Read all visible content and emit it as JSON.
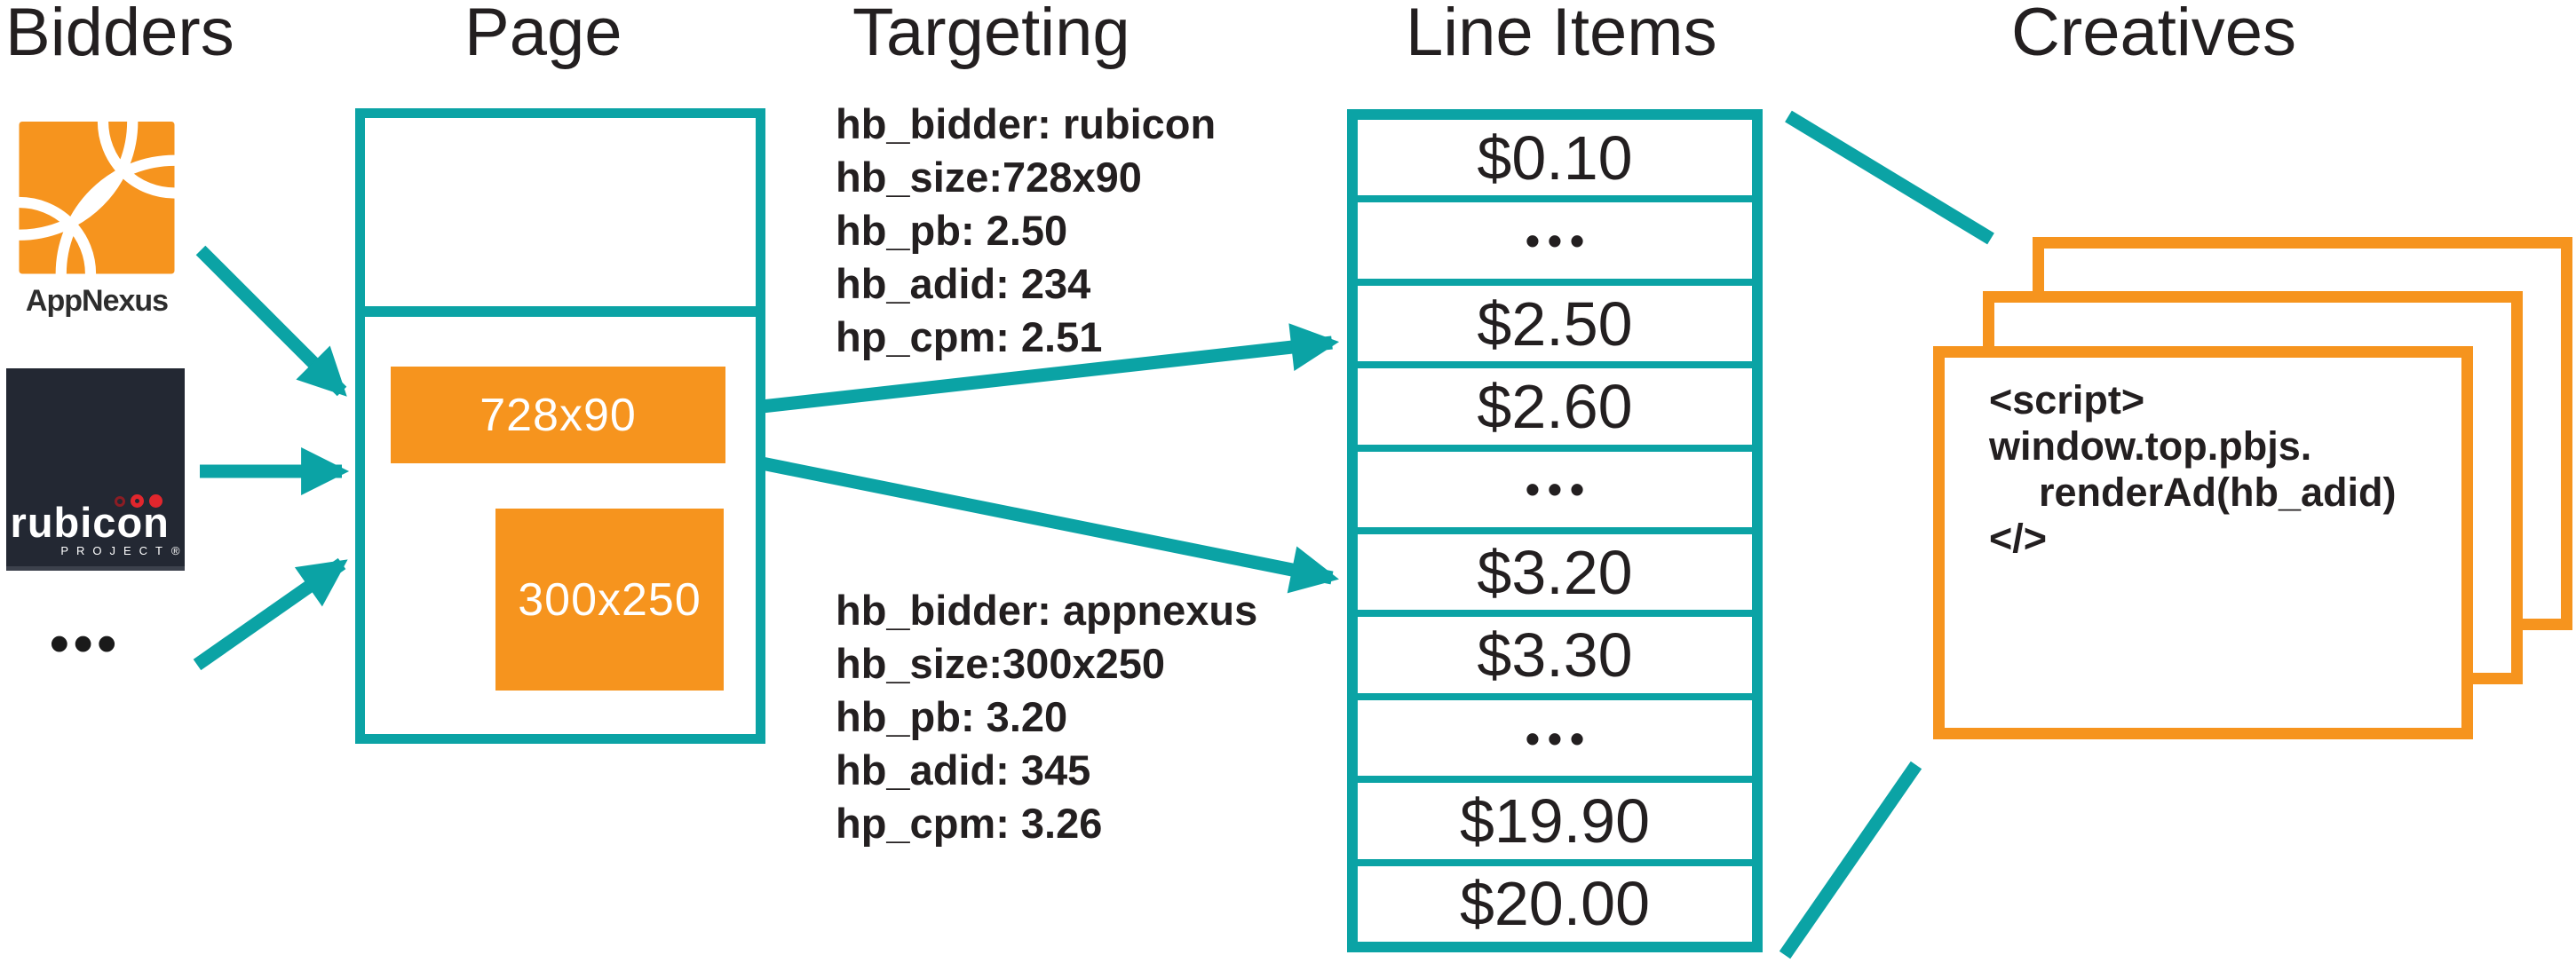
{
  "columns": {
    "bidders": {
      "title": "Bidders"
    },
    "page": {
      "title": "Page"
    },
    "targeting": {
      "title": "Targeting"
    },
    "line_items": {
      "title": "Line Items"
    },
    "creatives": {
      "title": "Creatives"
    }
  },
  "bidders": {
    "appnexus_label": "AppNexus",
    "rubicon": {
      "brand": "rubicon",
      "registered": "®",
      "subtitle": "PROJECT"
    },
    "more_indicator": "•••"
  },
  "page": {
    "ad_slots": [
      {
        "label": "728x90"
      },
      {
        "label": "300x250"
      }
    ]
  },
  "targeting": {
    "blocks": [
      {
        "lines": [
          "hb_bidder: rubicon",
          "hb_size:728x90",
          "hb_pb: 2.50",
          "hb_adid: 234",
          "hp_cpm: 2.51"
        ]
      },
      {
        "lines": [
          "hb_bidder: appnexus",
          "hb_size:300x250",
          "hb_pb: 3.20",
          "hb_adid: 345",
          "hp_cpm: 3.26"
        ]
      }
    ]
  },
  "line_items": {
    "rows": [
      "$0.10",
      "•••",
      "$2.50",
      "$2.60",
      "•••",
      "$3.20",
      "$3.30",
      "•••",
      "$19.90",
      "$20.00"
    ]
  },
  "creatives": {
    "script_lines": [
      "<script>",
      "window.top.pbjs.",
      "renderAd(hb_adid)",
      "</>"
    ]
  },
  "colors": {
    "teal": "#0ba3a5",
    "orange": "#f6941e",
    "text": "#231f20",
    "rubicon_bg": "#232833",
    "rubicon_red": "#e1262d"
  }
}
